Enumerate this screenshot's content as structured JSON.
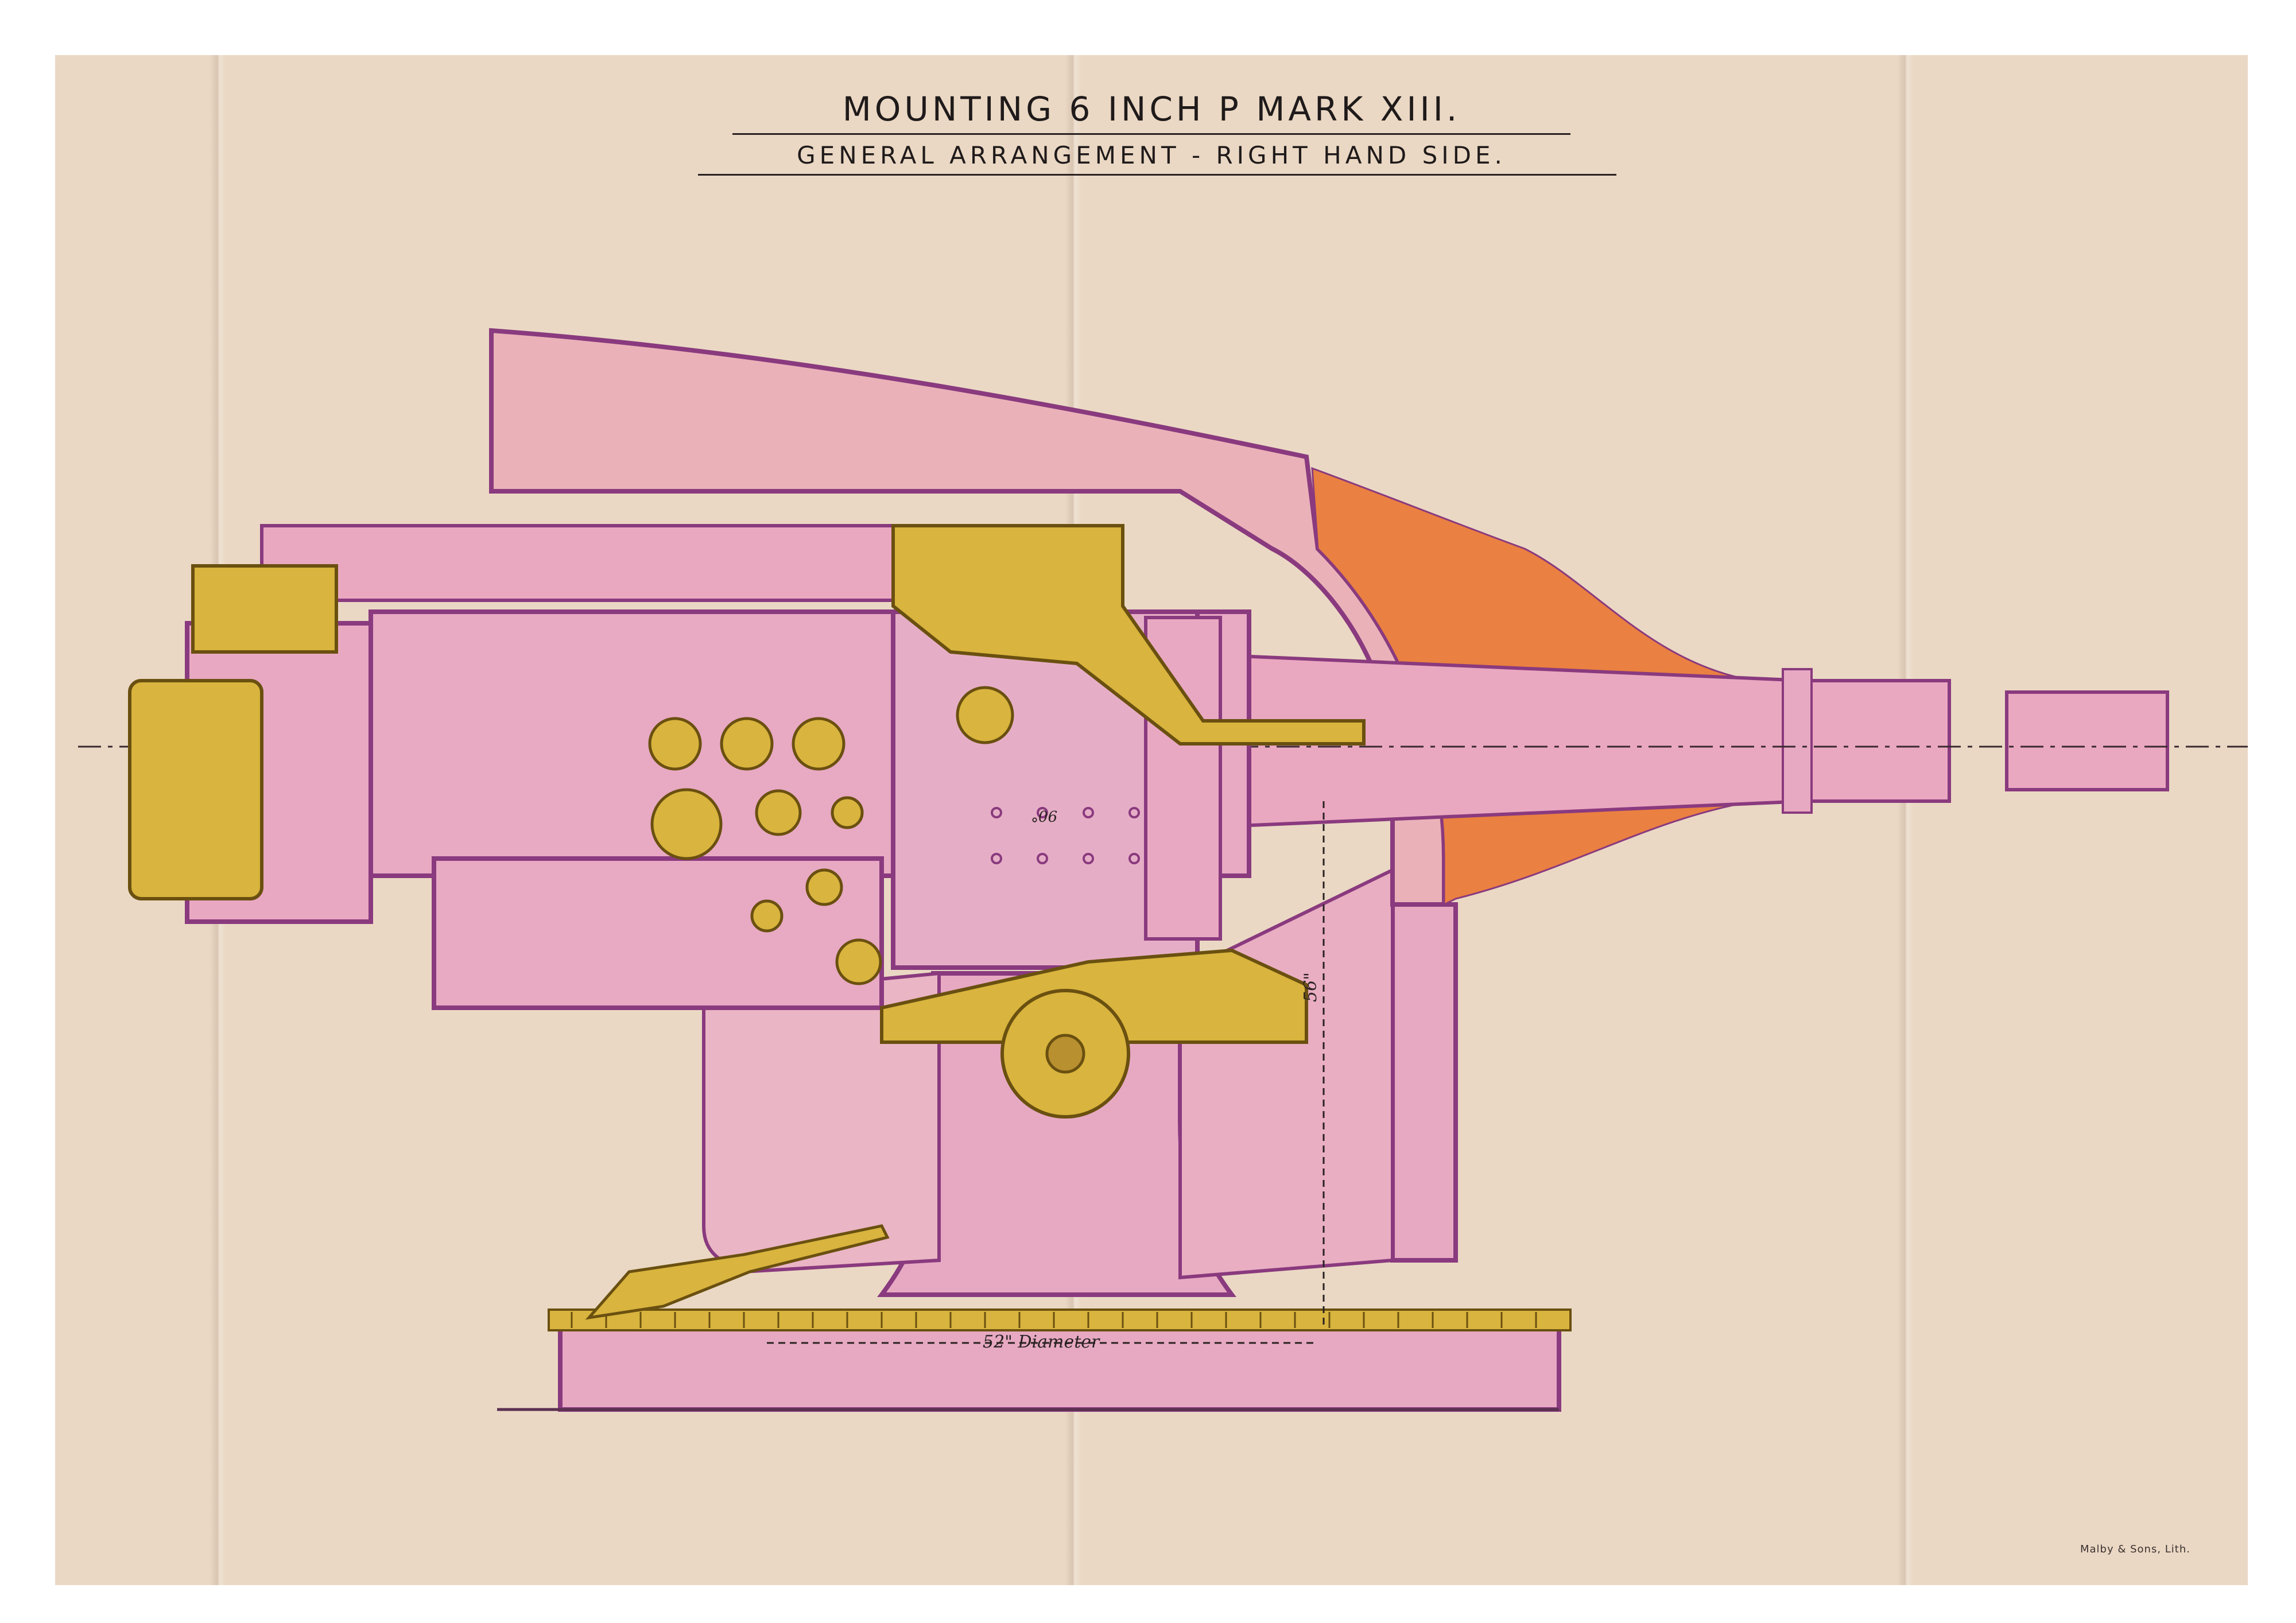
{
  "title": {
    "main": "MOUNTING 6 INCH P MARK XIII.",
    "sub": "GENERAL ARRANGEMENT - RIGHT HAND SIDE."
  },
  "dimensions": {
    "base_diameter": "52\" Diameter",
    "height": "56\"",
    "upper": "90°"
  },
  "imprint": "Malby & Sons, Lith.",
  "colors": {
    "paper": "#ead8c4",
    "mounting_pink": "#e7a9c2",
    "outline_purple": "#8a3a7e",
    "brass_yellow": "#d9b43e",
    "shield_orange": "#ea8041"
  }
}
